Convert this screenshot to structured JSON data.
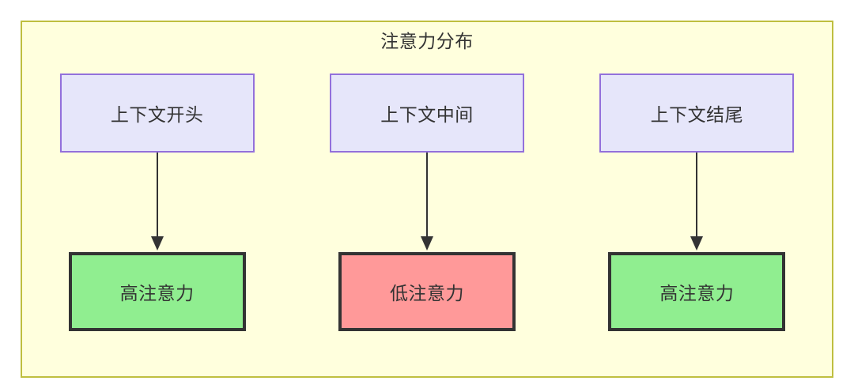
{
  "diagram": {
    "title": "注意力分布",
    "colors": {
      "container_fill": "#ffffdd",
      "container_border": "#bfbf3f",
      "context_fill": "#e6e6fa",
      "context_border": "#9370db",
      "high_attention_fill": "#90ee90",
      "low_attention_fill": "#ff9999",
      "node_border": "#333333",
      "text": "#333333"
    },
    "columns": [
      {
        "context_label": "上下文开头",
        "attention_label": "高注意力",
        "attention_level": "high"
      },
      {
        "context_label": "上下文中间",
        "attention_label": "低注意力",
        "attention_level": "low"
      },
      {
        "context_label": "上下文结尾",
        "attention_label": "高注意力",
        "attention_level": "high"
      }
    ]
  }
}
